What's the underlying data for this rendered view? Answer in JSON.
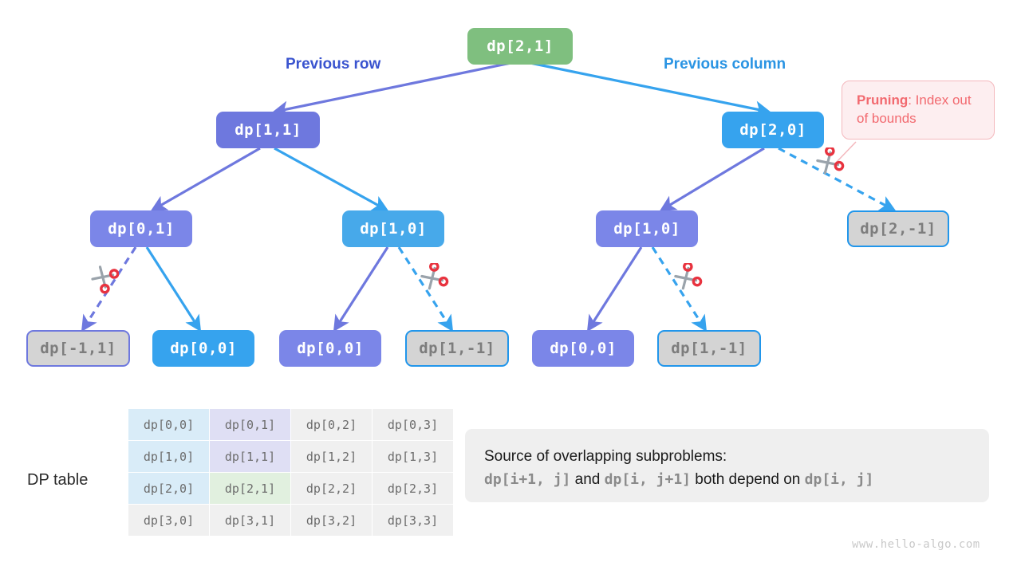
{
  "diagram": {
    "title_watermark": "www.hello-algo.com",
    "branch_labels": {
      "previous_row": "Previous row",
      "previous_column": "Previous column"
    },
    "callout": {
      "bold": "Pruning",
      "rest": ": Index out of bounds"
    },
    "nodes": {
      "root": "dp[2,1]",
      "l1_left": "dp[1,1]",
      "l1_right": "dp[2,0]",
      "l2_a": "dp[0,1]",
      "l2_b": "dp[1,0]",
      "l2_c": "dp[1,0]",
      "l2_d": "dp[2,-1]",
      "l3_a": "dp[-1,1]",
      "l3_b": "dp[0,0]",
      "l3_c": "dp[0,0]",
      "l3_d": "dp[1,-1]",
      "l3_e": "dp[0,0]",
      "l3_f": "dp[1,-1]"
    }
  },
  "dp_table": {
    "label": "DP table",
    "rows": [
      [
        "dp[0,0]",
        "dp[0,1]",
        "dp[0,2]",
        "dp[0,3]"
      ],
      [
        "dp[1,0]",
        "dp[1,1]",
        "dp[1,2]",
        "dp[1,3]"
      ],
      [
        "dp[2,0]",
        "dp[2,1]",
        "dp[2,2]",
        "dp[2,3]"
      ],
      [
        "dp[3,0]",
        "dp[3,1]",
        "dp[3,2]",
        "dp[3,3]"
      ]
    ]
  },
  "infobox": {
    "line1": "Source of overlapping subproblems:",
    "code1": "dp[i+1, j]",
    "and": "and",
    "code2": "dp[i, j+1]",
    "mid": "both depend on",
    "code3": "dp[i, j]"
  },
  "colors": {
    "green_node": "#7fbf7f",
    "purple_node": "#6e78de",
    "blue_node": "#36a3ee",
    "pruned_fill": "#d4d4d4",
    "pruned_text": "#7d7d7d",
    "callout_red": "#f2696f",
    "callout_bg": "#fdeef0",
    "scissor_red": "#e8333f",
    "scissor_gray": "#9aa3ab"
  }
}
